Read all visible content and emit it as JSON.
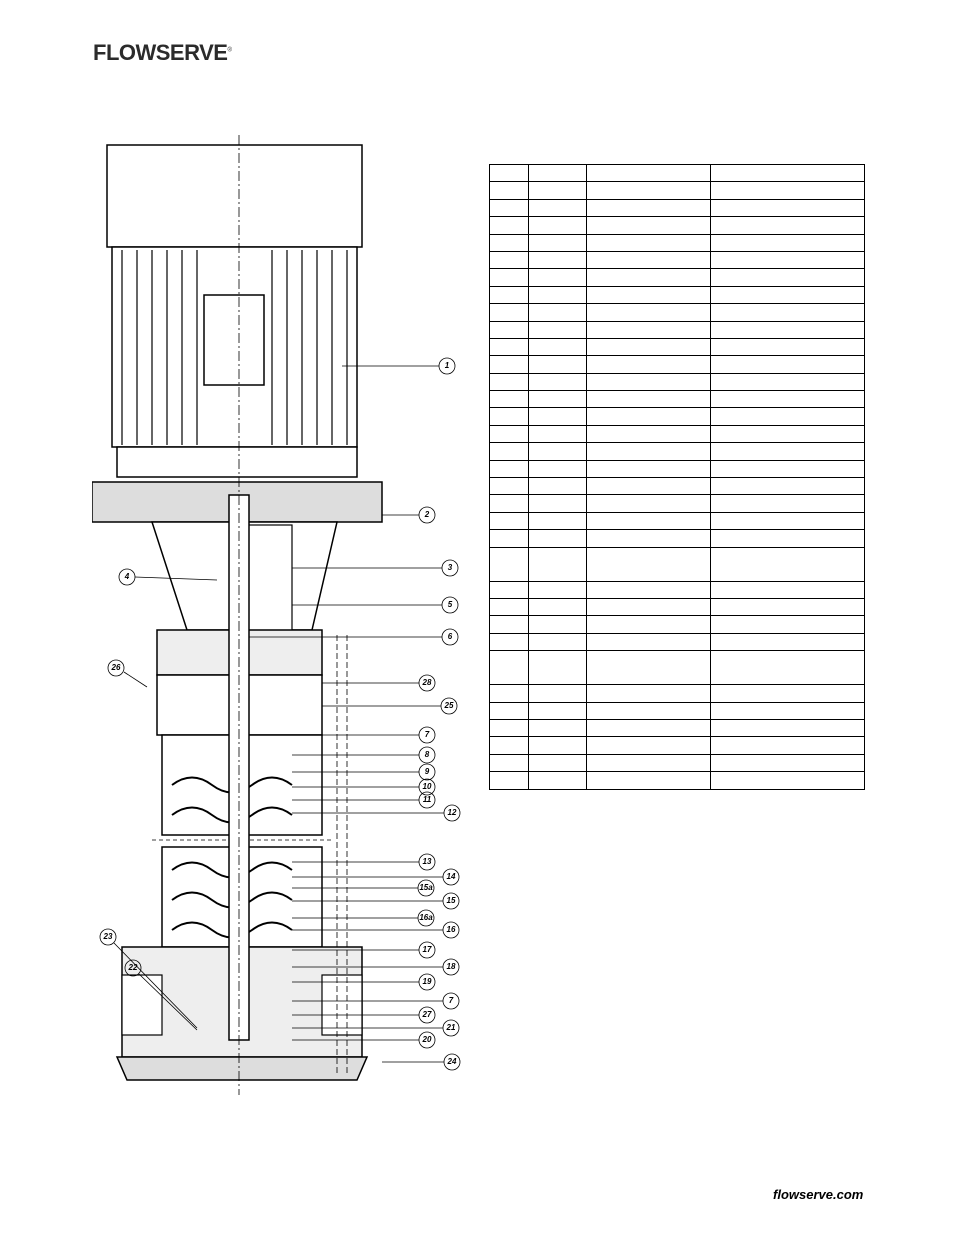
{
  "header": {
    "logo_text": "FLOWSERVE"
  },
  "drawing": {
    "callouts_right": [
      "1",
      "2",
      "3",
      "5",
      "6",
      "28",
      "25",
      "7",
      "8",
      "9",
      "10",
      "11",
      "12",
      "13",
      "14",
      "15a",
      "15",
      "16a",
      "16",
      "17",
      "18",
      "19",
      "7",
      "27",
      "21",
      "20",
      "24"
    ],
    "callouts_left": [
      "4",
      "26",
      "23",
      "22"
    ]
  },
  "parts_table": {
    "row_count": 34,
    "tall_rows": [
      22,
      27
    ]
  },
  "footer": {
    "url": "flowserve.com"
  }
}
